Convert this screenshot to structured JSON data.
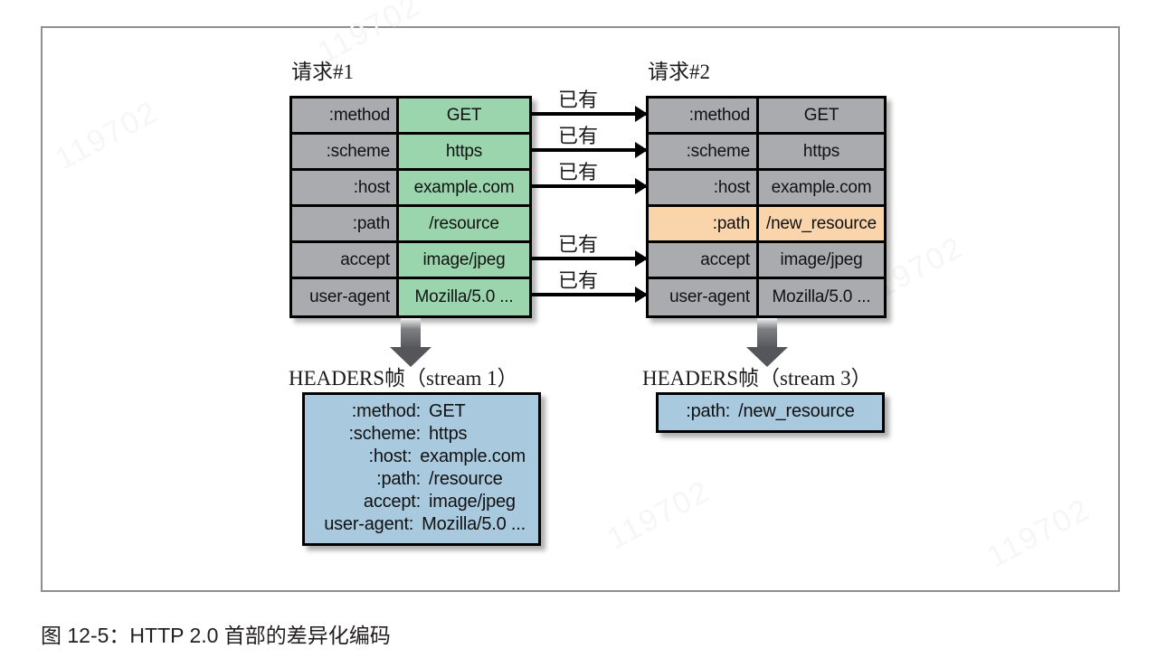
{
  "figure": {
    "caption": "图 12-5：HTTP 2.0 首部的差异化编码"
  },
  "watermarks": [
    "119702",
    "119702",
    "119702",
    "119702",
    "119702"
  ],
  "request1": {
    "title": "请求#1",
    "rows": [
      {
        "key": ":method",
        "value": "GET",
        "highlight": "green"
      },
      {
        "key": ":scheme",
        "value": "https",
        "highlight": "green"
      },
      {
        "key": ":host",
        "value": "example.com",
        "highlight": "green"
      },
      {
        "key": ":path",
        "value": "/resource",
        "highlight": "green"
      },
      {
        "key": "accept",
        "value": "image/jpeg",
        "highlight": "green"
      },
      {
        "key": "user-agent",
        "value": "Mozilla/5.0 ...",
        "highlight": "green"
      }
    ]
  },
  "request2": {
    "title": "请求#2",
    "rows": [
      {
        "key": ":method",
        "value": "GET",
        "highlight": "none"
      },
      {
        "key": ":scheme",
        "value": "https",
        "highlight": "none"
      },
      {
        "key": ":host",
        "value": "example.com",
        "highlight": "none"
      },
      {
        "key": ":path",
        "value": "/new_resource",
        "highlight": "orange"
      },
      {
        "key": "accept",
        "value": "image/jpeg",
        "highlight": "none"
      },
      {
        "key": "user-agent",
        "value": "Mozilla/5.0 ...",
        "highlight": "none"
      }
    ]
  },
  "connectors": {
    "label": "已有",
    "labels": [
      "已有",
      "已有",
      "已有",
      "已有",
      "已有"
    ],
    "rows_connected": [
      0,
      1,
      2,
      4,
      5
    ]
  },
  "frame1": {
    "label": "HEADERS帧（stream 1）",
    "lines": [
      {
        "key": ":method:",
        "value": "GET"
      },
      {
        "key": ":scheme:",
        "value": "https"
      },
      {
        "key": ":host:",
        "value": "example.com"
      },
      {
        "key": ":path:",
        "value": "/resource"
      },
      {
        "key": "accept:",
        "value": "image/jpeg"
      },
      {
        "key": "user-agent:",
        "value": "Mozilla/5.0 ..."
      }
    ]
  },
  "frame2": {
    "label": "HEADERS帧（stream 3）",
    "lines": [
      {
        "key": ":path:",
        "value": "/new_resource"
      }
    ]
  },
  "colors": {
    "gray_cell": "#a9abae",
    "green_cell": "#9bd5ae",
    "orange_cell": "#fad5ac",
    "blue_frame": "#a8c9de",
    "border": "#000000",
    "frame_border": "#8d8f92",
    "arrow_gray": "#54565a"
  }
}
